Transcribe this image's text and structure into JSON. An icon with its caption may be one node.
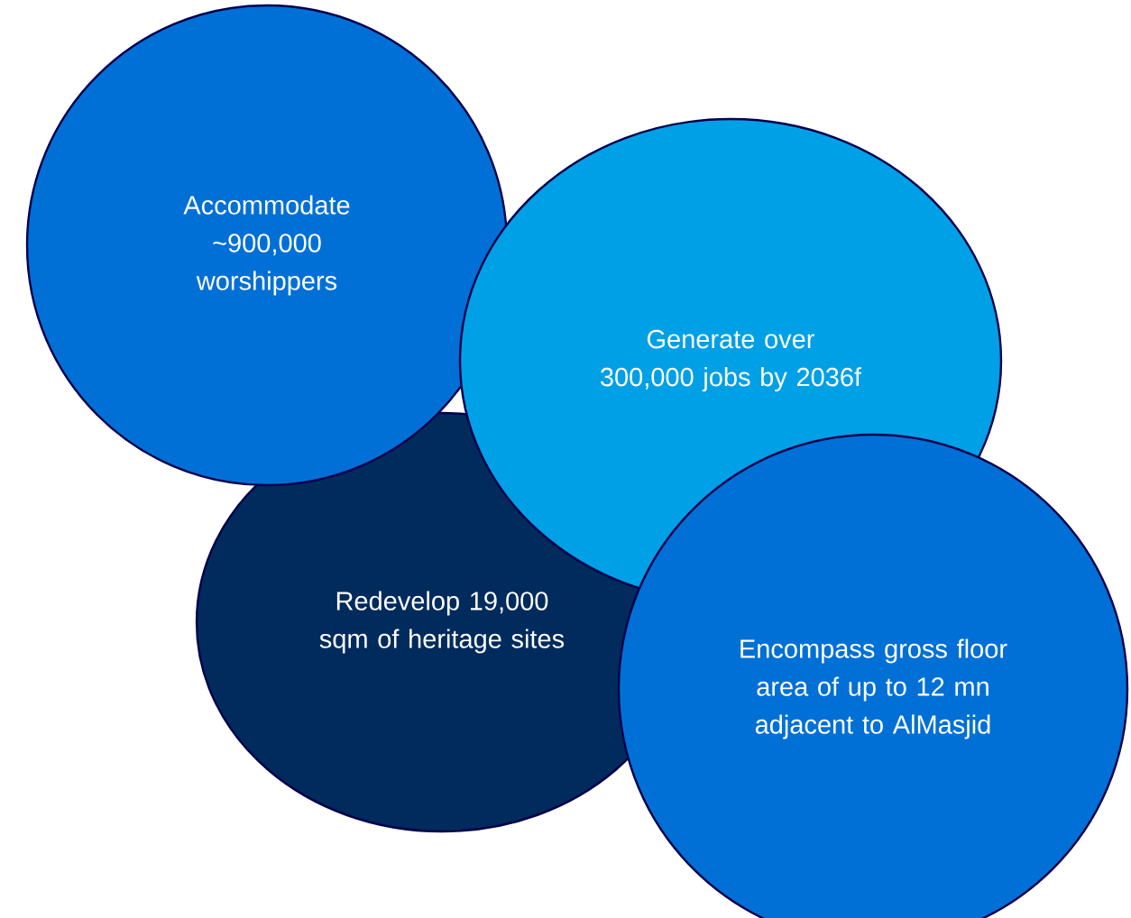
{
  "diagram": {
    "nodes": [
      {
        "text": [
          "Accommodate ~900,000 worshippers"
        ]
      },
      {
        "text": [
          "Generate over 300,000 jobs by 2036f"
        ]
      },
      {
        "text": [
          "Redevelop 19,000 sqm of heritage sites"
        ]
      },
      {
        "text": [
          "Encompass gross floor area of up to 12 mn adjacent to AlMasjid"
        ]
      }
    ]
  }
}
